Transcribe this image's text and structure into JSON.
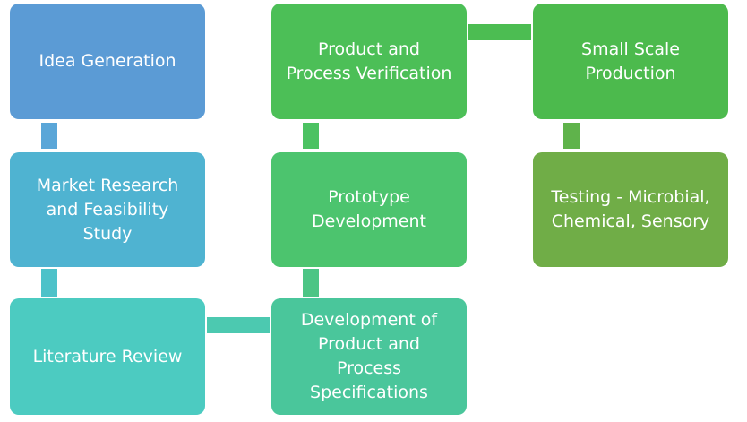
{
  "nodes": {
    "idea": {
      "label": "Idea Generation",
      "color": "#5b9bd5"
    },
    "market": {
      "label": "Market Research\nand Feasibility\nStudy",
      "color": "#4fb3d1"
    },
    "literature": {
      "label": "Literature Review",
      "color": "#4ccbc1"
    },
    "devspec": {
      "label": "Development of\nProduct and\nProcess\nSpecifications",
      "color": "#4ac69b"
    },
    "prototype": {
      "label": "Prototype\nDevelopment",
      "color": "#4cc46e"
    },
    "verify": {
      "label": "Product and\nProcess Verification",
      "color": "#4cbf57"
    },
    "small": {
      "label": "Small Scale\nProduction",
      "color": "#4cba4d"
    },
    "testing": {
      "label": "Testing - Microbial,\nChemical, Sensory",
      "color": "#70ad47"
    }
  },
  "connectors": {
    "idea_market": {
      "color": "#5aa6d8"
    },
    "market_lit": {
      "color": "#4dc2c9"
    },
    "lit_devspec": {
      "color": "#4cc9b0"
    },
    "devspec_proto": {
      "color": "#4cc585"
    },
    "proto_verify": {
      "color": "#4cc262"
    },
    "verify_small": {
      "color": "#4cbd52"
    },
    "small_testing": {
      "color": "#5fb34b"
    }
  }
}
